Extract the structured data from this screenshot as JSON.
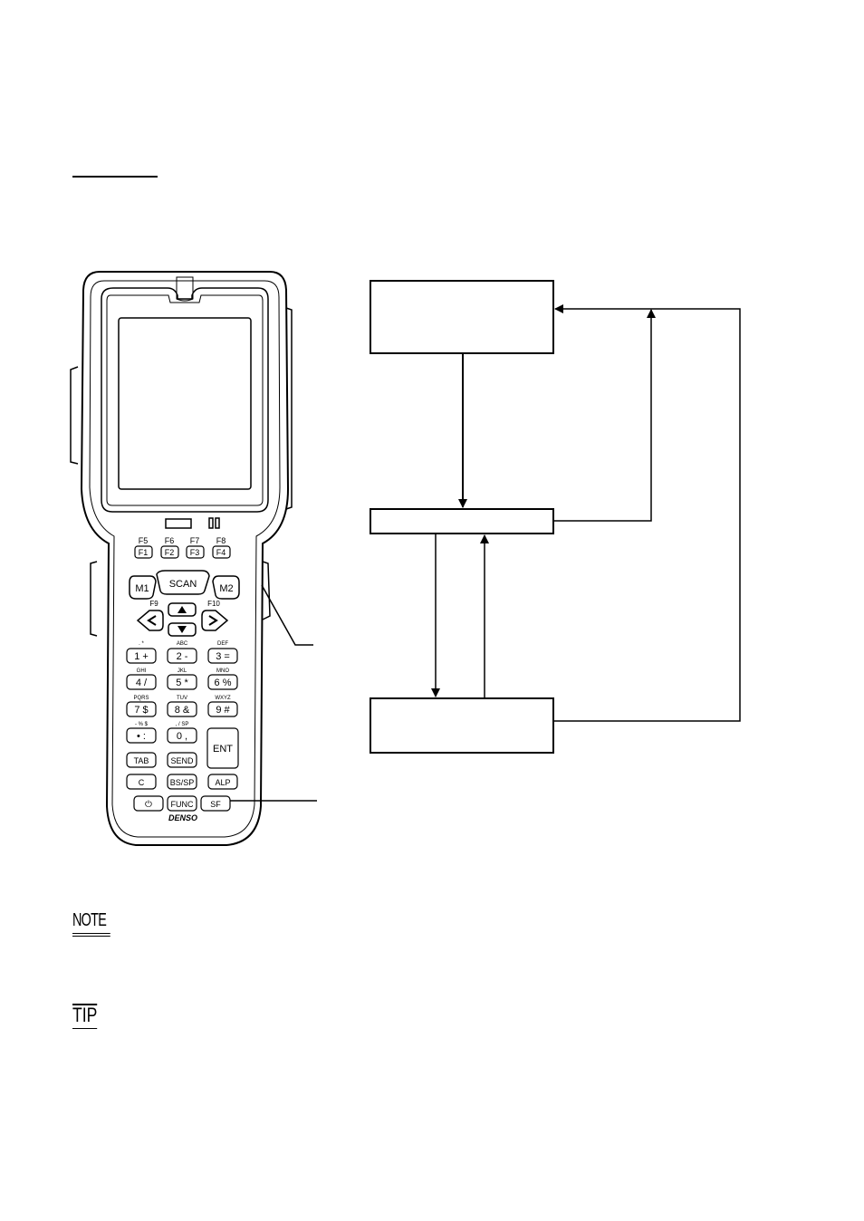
{
  "device": {
    "brand": "DENSO",
    "keys": {
      "f1": "F1",
      "f2": "F2",
      "f3": "F3",
      "f4": "F4",
      "f5": "F5",
      "f6": "F6",
      "f7": "F7",
      "f8": "F8",
      "f9": "F9",
      "f10": "F10",
      "scan": "SCAN",
      "m1": "M1",
      "m2": "M2",
      "k1": "1 +",
      "k2": "2 -",
      "k3": "3 =",
      "k4": "4 /",
      "k5": "5 *",
      "k6": "6 %",
      "k7": "7 $",
      "k8": "8 &",
      "k9": "9 #",
      "kdot": "• :",
      "k0": "0 ,",
      "sub1": ". *",
      "sub2": "ABC",
      "sub3": "DEF",
      "sub4": "GHI",
      "sub5": "JKL",
      "sub6": "MNO",
      "sub7": "PQRS",
      "sub8": "TUV",
      "sub9": "WXYZ",
      "subdot": "- % $",
      "sub0": ", / SP",
      "ent": "ENT",
      "tab": "TAB",
      "send": "SEND",
      "c": "C",
      "bssp": "BS/SP",
      "alp": "ALP",
      "power": "⏻",
      "func": "FUNC",
      "sf": "SF"
    }
  },
  "marks": {
    "note": "NOTE",
    "tip": "TIP"
  }
}
